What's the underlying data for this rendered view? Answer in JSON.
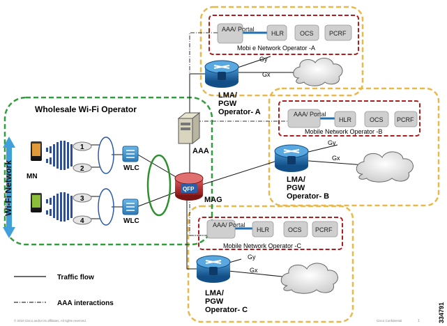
{
  "wholesale": {
    "title": "Wholesale Wi-Fi Operator",
    "sidebar": "Wi-Fi Network",
    "mn": "MN",
    "aps": [
      "1",
      "2",
      "3",
      "4"
    ],
    "wlc": "WLC",
    "aaa": "AAA",
    "mag": "MAG",
    "qfp": "QFP"
  },
  "operators": [
    {
      "name": "Mobi e Network Operator -A",
      "lma": [
        "LMA/",
        "PGW",
        "Operator- A"
      ],
      "boxes": [
        "AAA/ Portal",
        "HLR",
        "OCS",
        "PCRF"
      ],
      "gy": "Gy",
      "gx": "Gx"
    },
    {
      "name": "Mobile Network Operator -B",
      "lma": [
        "LMA/",
        "PGW",
        "Operator- B"
      ],
      "boxes": [
        "AAA/ Portal",
        "HLR",
        "OCS",
        "PCRF"
      ],
      "gy": "Gy",
      "gx": "Gx"
    },
    {
      "name": "Mobile Network Operator -C",
      "lma": [
        "LMA/",
        "PGW",
        "Operator- C"
      ],
      "boxes": [
        "AAA/ Portal",
        "HLR",
        "OCS",
        "PCRF"
      ],
      "gy": "Gy",
      "gx": "Gx"
    }
  ],
  "legend": {
    "traffic": "Traffic flow",
    "aaa": "AAA interactions"
  },
  "footer": {
    "copyright": "© 2010 Cisco and/or its affiliates. All rights reserved.",
    "confidential": "Cisco Confidential",
    "page": "1",
    "figure_id": "334791"
  },
  "colors": {
    "orange_border": "#e8b84a",
    "red_border": "#b01c1c",
    "green_border": "#2e9e3c",
    "router_blue": "#1f6fb3",
    "mag_red": "#c0272d",
    "arrow_blue": "#3fa0dc",
    "ellipse_blue": "#2b5aa8",
    "ellipse_green": "#2e8f2e"
  }
}
